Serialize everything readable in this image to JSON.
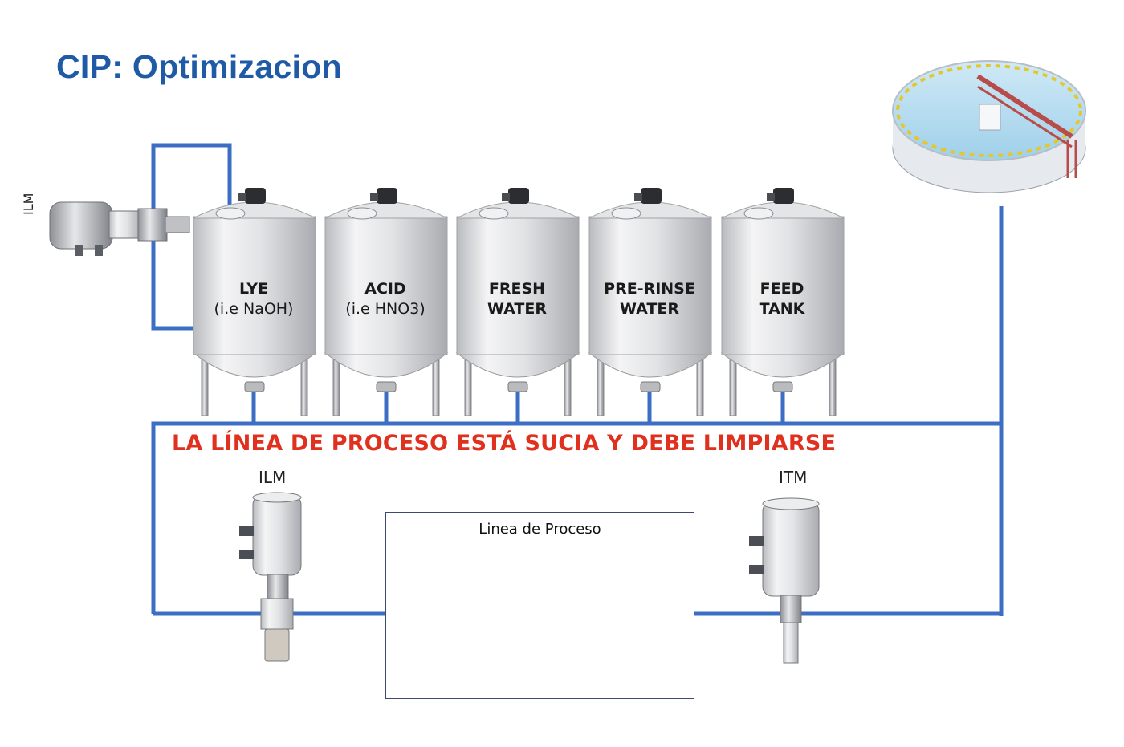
{
  "title": "CIP: Optimizacion",
  "tanks": [
    {
      "line1": "LYE",
      "line2": "(i.e NaOH)"
    },
    {
      "line1": "ACID",
      "line2": "(i.e HNO3)"
    },
    {
      "line1": "FRESH",
      "line2": "WATER"
    },
    {
      "line1": "PRE-RINSE",
      "line2": "WATER"
    },
    {
      "line1": "FEED",
      "line2": "TANK"
    }
  ],
  "warning": "LA LÍNEA DE PROCESO ESTÁ SUCIA Y DEBE LIMPIARSE",
  "sensors": {
    "side_label": "ILM",
    "left_label": "ILM",
    "right_label": "ITM"
  },
  "process_line": {
    "title": "Linea de Proceso"
  },
  "colors": {
    "pipe": "#3c6ec4",
    "title": "#1f5aa6",
    "warning": "#e0301e",
    "steel": "#d9dadc"
  }
}
